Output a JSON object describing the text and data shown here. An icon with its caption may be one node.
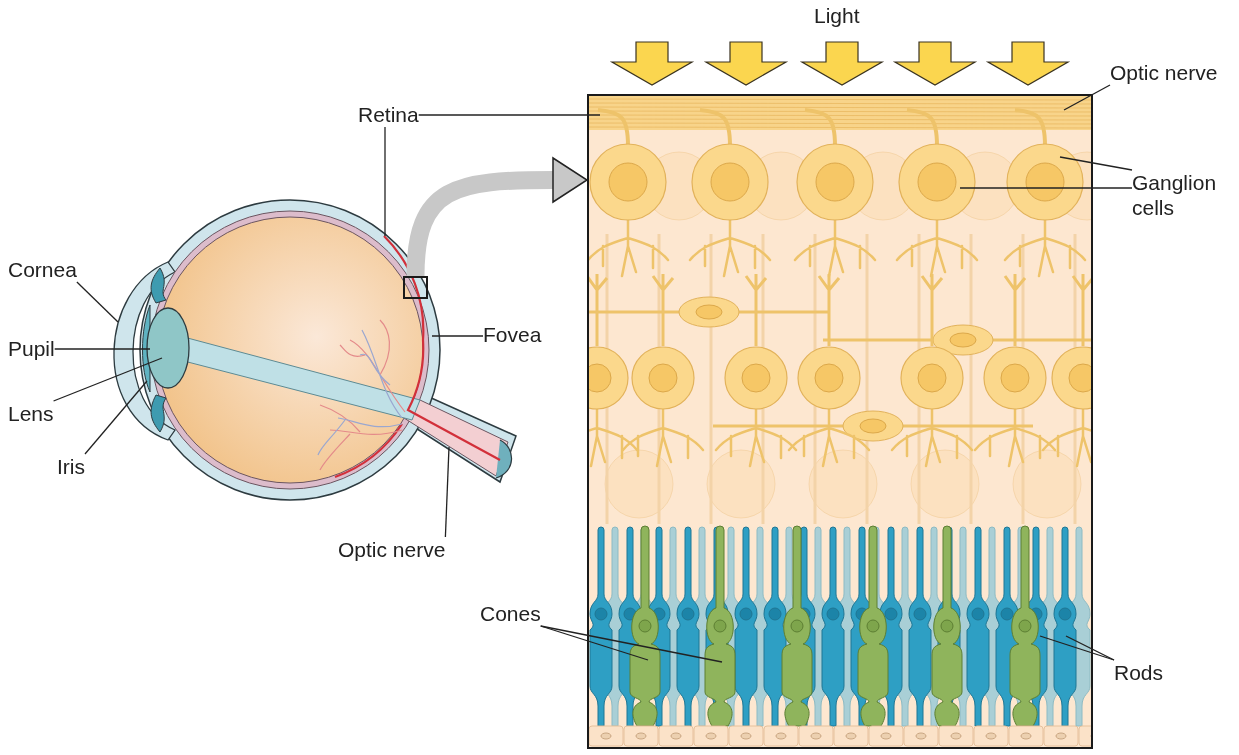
{
  "diagram": {
    "nodes": [
      {
        "text": [
          "Retina"
        ]
      },
      {
        "text": [
          "Cornea"
        ]
      },
      {
        "text": [
          "Pupil"
        ]
      },
      {
        "text": [
          "Lens"
        ]
      },
      {
        "text": [
          "Iris"
        ]
      },
      {
        "text": [
          "Fovea"
        ]
      },
      {
        "text": [
          "Optic nerve"
        ]
      },
      {
        "text": [
          "Optic nerve"
        ]
      },
      {
        "text": [
          "Ganglion cells"
        ]
      },
      {
        "text": [
          "Cones"
        ]
      },
      {
        "text": [
          "Rods"
        ]
      },
      {
        "text": [],
        "shape": "box"
      },
      {
        "text": [],
        "shape": "box"
      }
    ],
    "edges": [
      {
        "from": 0,
        "to": 12,
        "arrow": "none"
      },
      {
        "from": 0,
        "to": null,
        "arrow": "none"
      },
      {
        "from": 1,
        "to": null,
        "arrow": "none"
      },
      {
        "from": 2,
        "to": null,
        "arrow": "none"
      },
      {
        "from": 3,
        "to": null,
        "arrow": "none"
      },
      {
        "from": 4,
        "to": null,
        "arrow": "none"
      },
      {
        "from": 5,
        "to": null,
        "arrow": "none"
      },
      {
        "from": 6,
        "to": null,
        "arrow": "none"
      },
      {
        "from": 7,
        "to": 12,
        "arrow": "none"
      },
      {
        "from": 8,
        "to": 12,
        "arrow": "none"
      },
      {
        "from": 8,
        "to": 12,
        "arrow": "none"
      },
      {
        "from": 9,
        "to": 12,
        "arrow": "none"
      },
      {
        "from": 9,
        "to": 12,
        "arrow": "none"
      },
      {
        "from": 10,
        "to": 12,
        "arrow": "none"
      },
      {
        "from": 10,
        "to": 12,
        "arrow": "none"
      },
      {
        "from": 11,
        "to": 12,
        "arrow": "to",
        "style": "thick",
        "color": "#c8c8c8"
      }
    ],
    "labels": [
      "Light"
    ]
  }
}
